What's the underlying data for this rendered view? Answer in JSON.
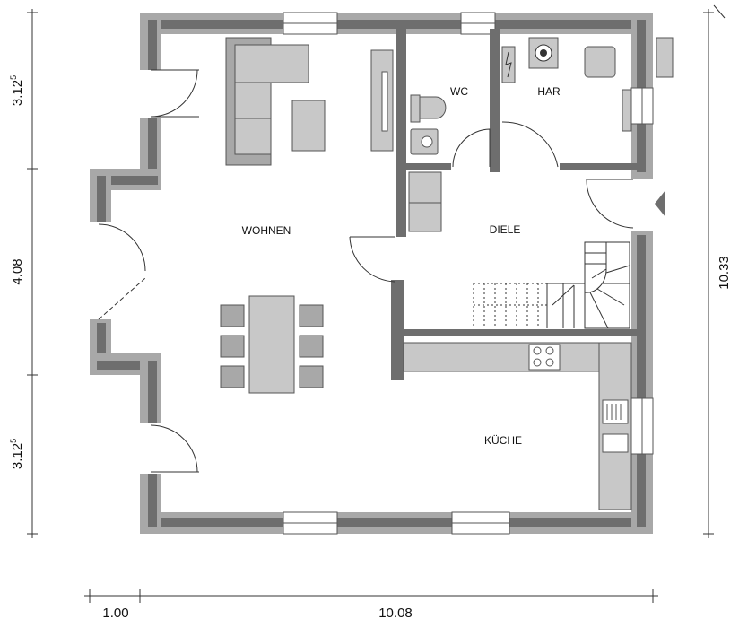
{
  "rooms": {
    "wohnen": "WOHNEN",
    "wc": "WC",
    "har": "HAR",
    "diele": "DIELE",
    "kueche": "KÜCHE"
  },
  "dimensions": {
    "left_top": {
      "main": "3.12",
      "sup": "5"
    },
    "left_middle": "4.08",
    "left_bottom": {
      "main": "3.12",
      "sup": "5"
    },
    "right_total": "10.33",
    "bottom_left": "1.00",
    "bottom_total": "10.08"
  },
  "colors": {
    "wall_outer": "#a8a8a8",
    "wall_inner": "#6e6e6e",
    "furniture_fill": "#c8c8c8",
    "furniture_stroke": "#555555",
    "dimension_line": "#333333"
  }
}
